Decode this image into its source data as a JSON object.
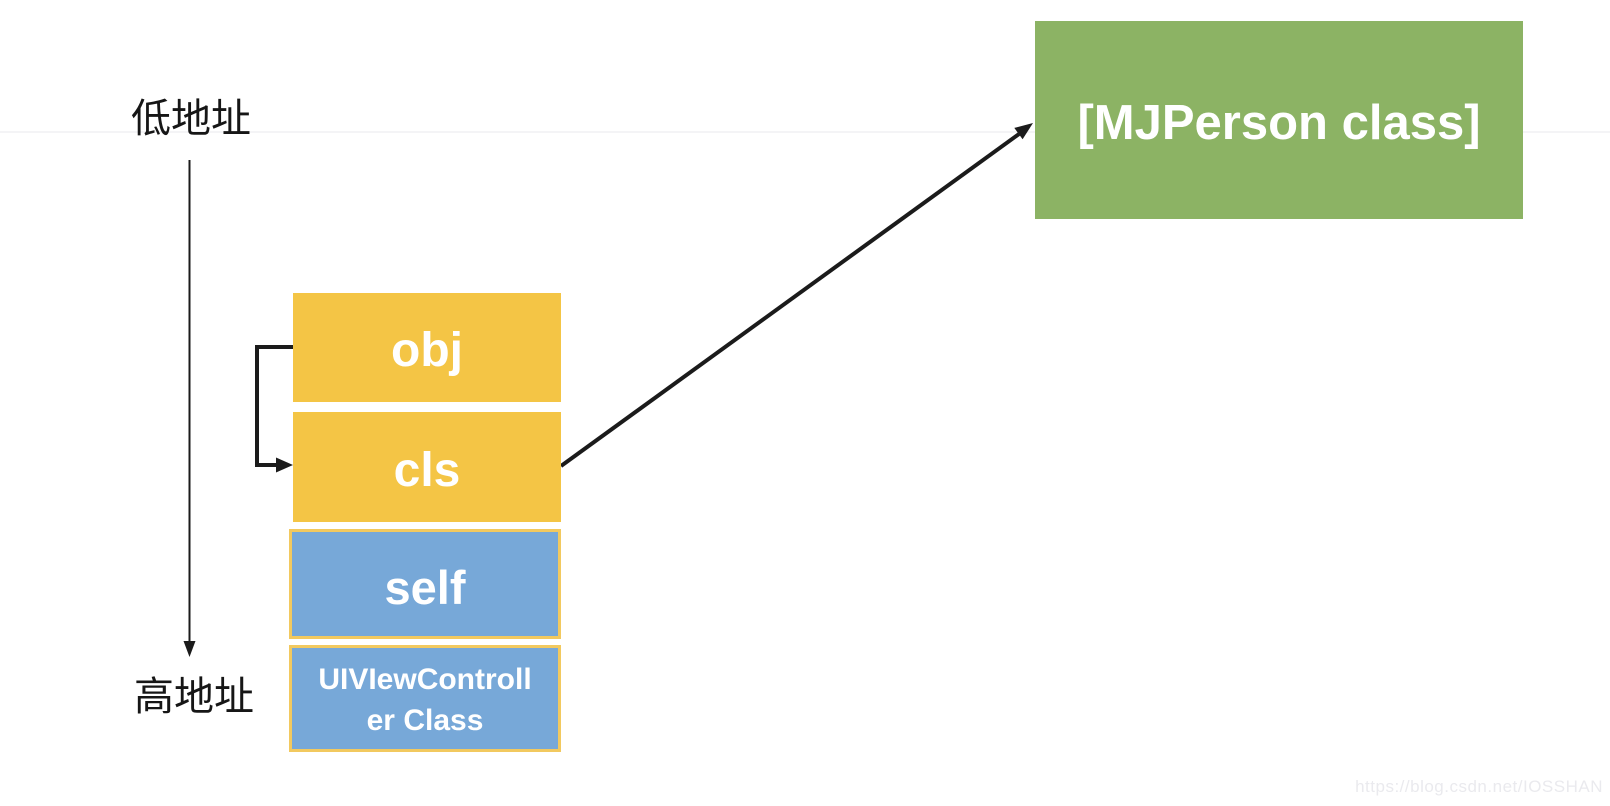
{
  "diagram": {
    "address_labels": {
      "low": "低地址",
      "high": "高地址"
    },
    "memory_stack": [
      {
        "id": "obj",
        "label": "obj"
      },
      {
        "id": "cls",
        "label": "cls"
      },
      {
        "id": "self",
        "label": "self"
      },
      {
        "id": "uiviewcontroller-class",
        "label": "UIVIewControll\ner Class"
      }
    ],
    "class_box": {
      "label": "[MJPerson class]"
    },
    "arrows": [
      {
        "id": "address-direction-arrow",
        "from": "低地址",
        "to": "高地址",
        "style": "thin-straight-down"
      },
      {
        "id": "obj-to-cls-arrow",
        "from": "obj",
        "to": "cls",
        "style": "left-bracket-elbow"
      },
      {
        "id": "cls-to-class-arrow",
        "from": "cls",
        "to": "[MJPerson class]",
        "style": "diagonal-up-right"
      }
    ],
    "colors": {
      "yellow_cell": "#f4c545",
      "blue_cell": "#77a8d8",
      "blue_cell_border": "#f2c95f",
      "green_class_box": "#8cb364",
      "cell_text": "#ffffff",
      "label_text": "#161616",
      "arrow": "#1b1b1b",
      "watermark_text": "#eaeaee",
      "background": "#ffffff"
    }
  },
  "watermark": {
    "text": "https://blog.csdn.net/IOSSHAN"
  }
}
